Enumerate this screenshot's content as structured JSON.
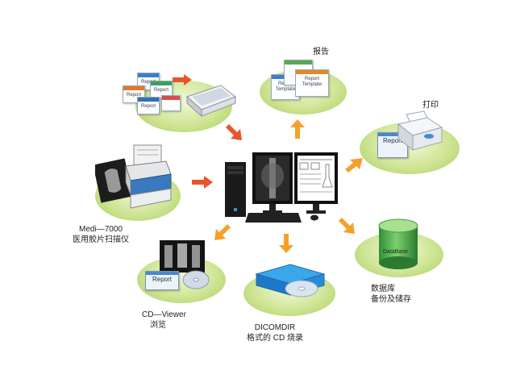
{
  "nodes": {
    "report": {
      "label": "报告",
      "doc_labels": [
        "Report Template",
        "Report Template"
      ]
    },
    "print": {
      "label": "打印",
      "doc_label": "Report"
    },
    "database": {
      "label_lines": [
        "数据库",
        "备份及储存"
      ],
      "cylinder_label": "DataBase"
    },
    "cd_burn": {
      "label_lines": [
        "DICOMDIR",
        "格式的 CD 烧录"
      ]
    },
    "cd_viewer": {
      "label_lines": [
        "CD—Viewer",
        "浏览"
      ],
      "doc_label": "Report"
    },
    "scanner": {
      "label_lines": [
        "Medi—7000",
        "医用胶片扫描仪"
      ]
    },
    "documents": {
      "doc_labels": [
        "Report",
        "Report",
        "Report",
        "Report"
      ]
    }
  },
  "colors": {
    "arrow": "#f08a1c",
    "ellipse": "#bcdc7a",
    "accent": "#3a7fc8"
  }
}
